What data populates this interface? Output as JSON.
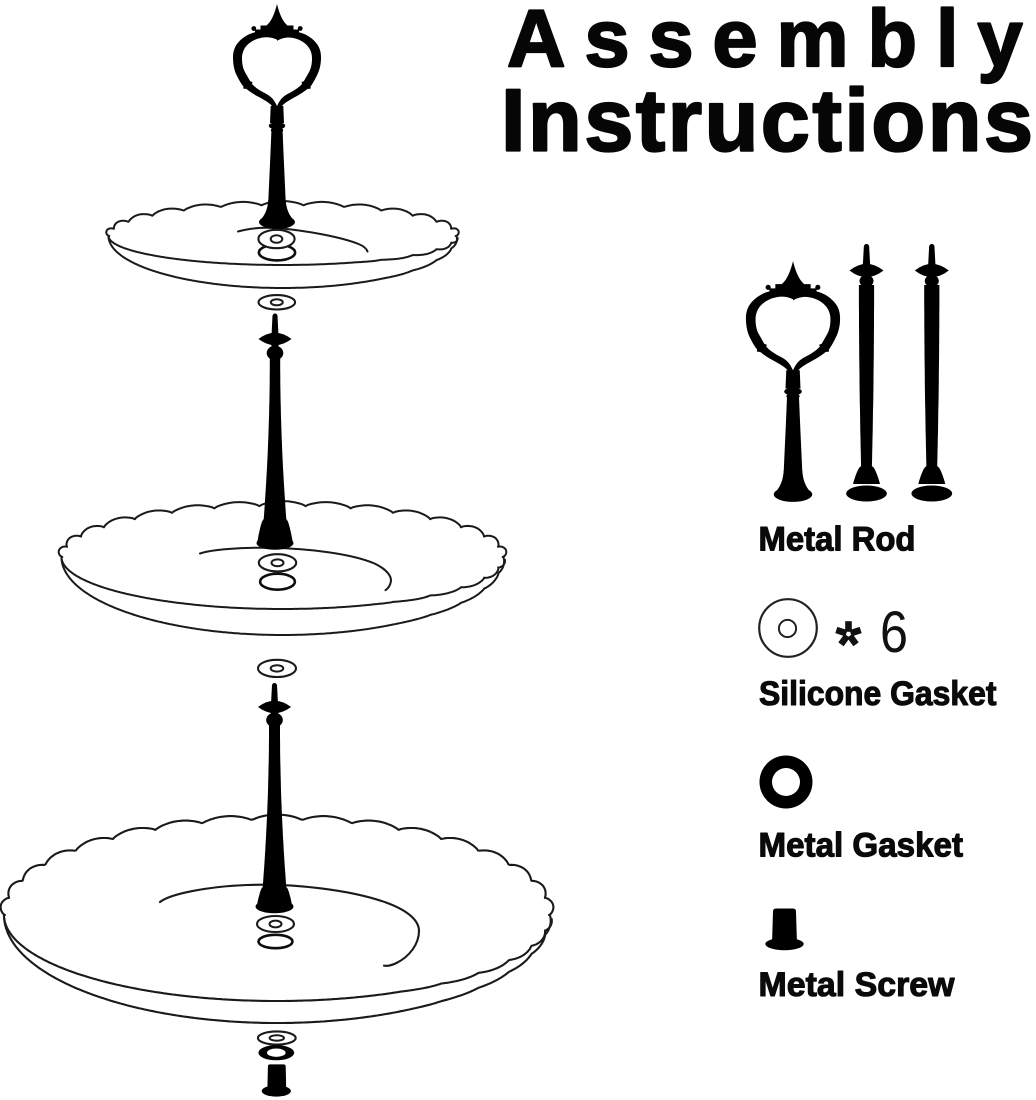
{
  "title": {
    "line1": "Assembly",
    "line2": "Instructions"
  },
  "colors": {
    "ink": "#000000",
    "line": "#1a1a1a",
    "background": "#ffffff"
  },
  "legend": {
    "metal_rod": {
      "label": "Metal Rod",
      "icon": "metal-rod-icon"
    },
    "silicone_gasket": {
      "label": "Silicone Gasket",
      "icon": "silicone-gasket-icon",
      "quantity_symbol": "*",
      "quantity": "6"
    },
    "metal_gasket": {
      "label": "Metal Gasket",
      "icon": "metal-gasket-icon"
    },
    "metal_screw": {
      "label": "Metal Screw",
      "icon": "metal-screw-icon"
    }
  },
  "exploded_view": {
    "description": "Exploded assembly of a three tier scalloped plate stand",
    "parts_order_top_to_bottom": [
      "handle rod",
      "small plate",
      "silicone gasket",
      "metal gasket hole",
      "silicone gasket",
      "metal rod",
      "medium plate",
      "silicone gasket",
      "metal gasket hole",
      "silicone gasket",
      "metal rod",
      "large plate",
      "silicone gasket",
      "metal gasket hole",
      "silicone gasket",
      "metal gasket",
      "metal screw"
    ]
  }
}
